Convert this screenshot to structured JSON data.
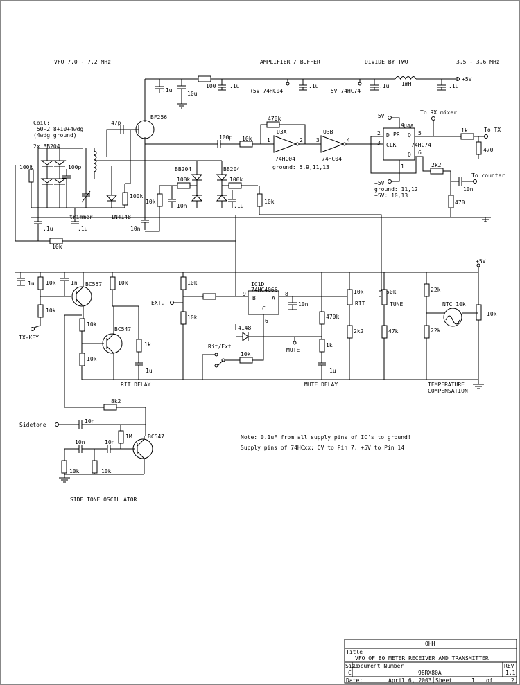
{
  "headings": {
    "vfo_range": "VFO 7.0 - 7.2 MHz",
    "amplifier": "AMPLIFIER / BUFFER",
    "divide": "DIVIDE BY TWO",
    "out_range": "3.5 - 3.6 MHz",
    "rit_delay": "RIT DELAY",
    "mute_delay": "MUTE DELAY",
    "temp_comp_1": "TEMPERATURE",
    "temp_comp_2": "COMPENSATION",
    "side_tone": "SIDE TONE OSCILLATOR"
  },
  "coil": {
    "l1": "Coil:",
    "l2": "T50-2 8+10+4wdg",
    "l3": "(4wdg ground)"
  },
  "vfo": {
    "bb204x2": "2x BB204",
    "r100k": "100k",
    "c100p": "100p",
    "trimmer": "trimmer",
    "c1u_a": ".1u",
    "c1u_b": ".1u",
    "r10k_bottom": "10k",
    "c47p": "47p",
    "bf256": "BF256",
    "d1n4148": "1N4148",
    "r100k_b": "100k",
    "c10n_a": "10n",
    "bb204_a": "BB204",
    "bb204_b": "BB204",
    "r100k_c": "100k",
    "r100k_d": "100k",
    "c10n_b": "10n",
    "c1u_c": ".1u",
    "r10k_a": "10k",
    "r10k_b": "10k"
  },
  "supply": {
    "c1u_1": ".1u",
    "c10u": "10u",
    "r100": "100",
    "c1u_2": ".1u",
    "v74hc04": "+5V 74HC04",
    "c1u_3": ".1u",
    "v74hc74": "+5V 74HC74",
    "c1u_4": ".1u",
    "l1mh": "1mH",
    "c1u_5": ".1u",
    "plus5v": "+5V"
  },
  "buffer": {
    "r470k": "470k",
    "u3a": "U3A",
    "u3b": "U3B",
    "c100p": "100p",
    "r10k": "10k",
    "pin1": "1",
    "pin2": "2",
    "pin3": "3",
    "pin4": "4",
    "ic_a": "74HC04",
    "ic_b": "74HC04",
    "ground": "ground: 5,9,11,13"
  },
  "divider": {
    "plus5v_top": "+5V",
    "u4a": "U4A",
    "ic": "74HC74",
    "pin_d": "D",
    "pin_clk": "CLK",
    "pin_q": "Q",
    "pin_qn": "Q",
    "pin_pr": "PR",
    "pin2": "2",
    "pin3": "3",
    "pin4": "4",
    "pin5": "5",
    "pin6": "6",
    "pin1": "1",
    "to_rx": "To RX mixer",
    "r1k": "1k",
    "to_tx": "To TX",
    "r470_a": "470",
    "r2k2": "2k2",
    "to_counter": "To counter",
    "c10n": "10n",
    "r470_b": "470",
    "plus5v_bot": "+5V",
    "ground": "ground: 11,12",
    "supply": "+5V: 10,13"
  },
  "control": {
    "c1u": "1u",
    "r10k_1": "10k",
    "cin": "1n",
    "bc557": "BC557",
    "r10k_2": "10k",
    "r10k_3": "10k",
    "txkey": "TX-KEY",
    "r10k_4": "10k",
    "bc547": "BC547",
    "r10k_5": "10k",
    "r1k": "1k",
    "c1u_2": "1u",
    "ext": "EXT.",
    "r10k_6": "10k",
    "r10k_7": "10k",
    "ic1d": "IC1D",
    "ic1d_type": "74HC4066",
    "pin_b": "B",
    "pin_a": "A",
    "pin_c": "C",
    "pin9": "9",
    "pin8": "8",
    "pin6": "6",
    "c10n": "10n",
    "d4148": "4148",
    "ritext": "Rit/Ext",
    "r10k_8": "10k",
    "r470k": "470k",
    "mute": "MUTE",
    "r1k_2": "1k",
    "c1u_3": "1u",
    "r10k_rit": "10k",
    "rit": "RIT",
    "r2k2": "2k2",
    "r50k": "50k",
    "tune": "TUNE",
    "r47k": "47k",
    "r22k_1": "22k",
    "r22k_2": "22k",
    "ntc": "NTC 10k",
    "r10k_ntc": "10k",
    "plus5v": "+5V"
  },
  "sidetone": {
    "r8k2": "8k2",
    "label": "Sidetone",
    "c10n_1": "10n",
    "r1m": "1M",
    "bc547": "BC547",
    "c10n_2": "10n",
    "c10n_3": "10n",
    "r10k_1": "10k",
    "r10k_2": "10k"
  },
  "notes": {
    "line1": "Note: 0.1uF from all supply pins of IC's to ground!",
    "line2": "Supply pins of 74HCxx: OV to Pin 7, +5V to Pin 14"
  },
  "title_block": {
    "company": "OHH",
    "title_label": "Title",
    "title_value": "VFO OF 80 METER RECEIVER AND TRANSMITTER",
    "size_label": "Size",
    "size_value": "C",
    "docnum_label": "Document Number",
    "docnum_value": "98RX80A",
    "rev_label": "REV",
    "rev_value": "1.1",
    "date_label": "Date:",
    "date_value": "April  6, 2003",
    "sheet_label": "Sheet",
    "sheet_value": "1",
    "of_label": "of",
    "of_value": "2"
  }
}
